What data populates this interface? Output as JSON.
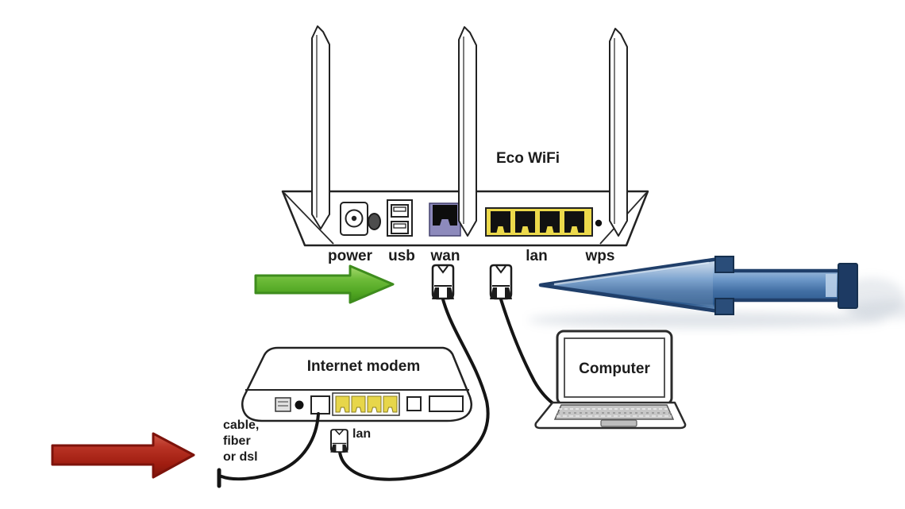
{
  "router": {
    "label": "Eco WiFi",
    "port_labels": [
      "power",
      "usb",
      "wan",
      "lan",
      "wps"
    ]
  },
  "modem": {
    "label": "Internet modem",
    "lan_label": "lan",
    "uplink_note_lines": [
      "cable,",
      "fiber",
      "or dsl"
    ]
  },
  "computer": {
    "label": "Computer"
  },
  "colors": {
    "green_arrow": "#57ad2c",
    "blue_arrow": "#4f81bd",
    "red_arrow": "#a72518",
    "lan_port_yellow": "#ecd94b",
    "wan_port_purple": "#8d8abc",
    "ink": "#1c1c1c"
  }
}
